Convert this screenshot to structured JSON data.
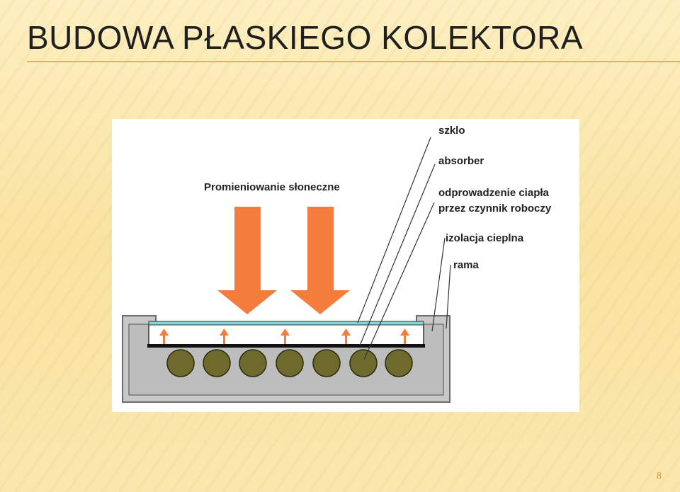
{
  "slide": {
    "title": "BUDOWA PŁASKIEGO KOLEKTORA",
    "page_number": "8"
  },
  "diagram": {
    "labels": {
      "radiation": "Promieniowanie słoneczne",
      "glass": "szklo",
      "absorber": "absorber",
      "heat_removal_line1": "odprowadzenie ciapła",
      "heat_removal_line2": "przez czynnik roboczy",
      "insulation": "izolacja cieplna",
      "frame": "rama"
    },
    "colors": {
      "arrow": "#f47c3c",
      "glass": "#7fd6dc",
      "tube": "#6e6a2c",
      "frame": "#c8c8c8",
      "insulation": "#bdbdbd"
    }
  }
}
